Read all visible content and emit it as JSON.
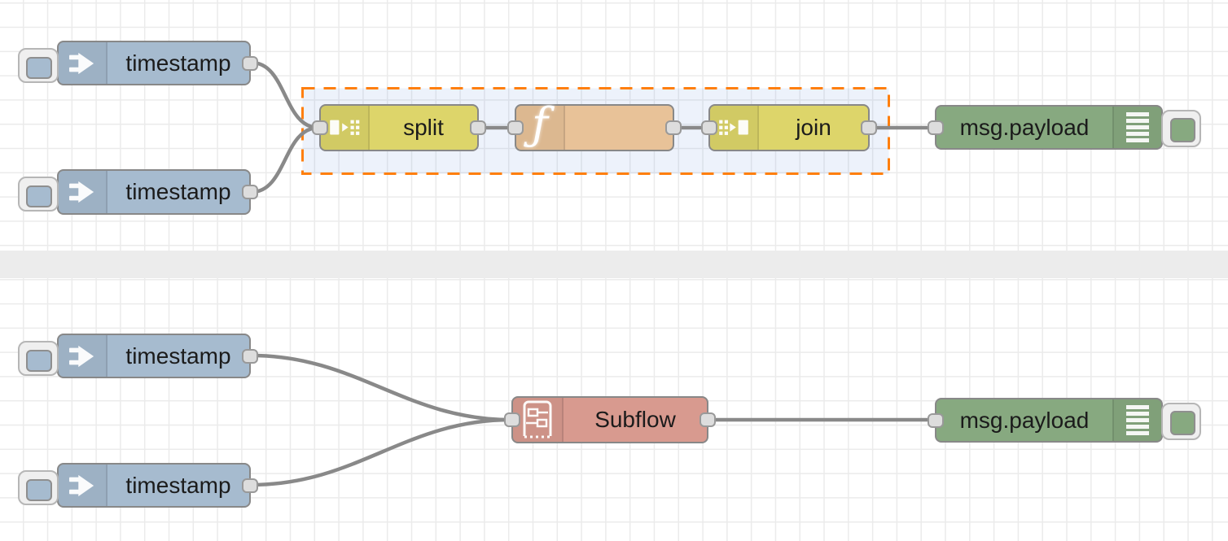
{
  "canvas": {
    "background": "#ffffff",
    "grid_line_color": "#ebebeb",
    "section_divider_color": "#ececec"
  },
  "selection": {
    "border_color": "#ff7f0e",
    "fill_color": "#e6effa",
    "border_style": "dashed"
  },
  "wires": {
    "color": "#898989"
  },
  "ports": {
    "fill": "#dddddd",
    "border": "#999999"
  },
  "nodes": {
    "inject1": {
      "label": "timestamp",
      "type": "inject",
      "icon": "inject-arrow-icon",
      "color": "#a6bbcf",
      "has_button": true
    },
    "inject2": {
      "label": "timestamp",
      "type": "inject",
      "icon": "inject-arrow-icon",
      "color": "#a6bbcf",
      "has_button": true
    },
    "split": {
      "label": "split",
      "type": "split",
      "icon": "split-icon",
      "color": "#ddd56a",
      "selected": true
    },
    "function1": {
      "label": "",
      "type": "function",
      "icon": "function-f-icon",
      "icon_glyph": "ƒ",
      "color": "#e8c298",
      "selected": true
    },
    "join": {
      "label": "join",
      "type": "join",
      "icon": "join-icon",
      "color": "#ddd56a",
      "selected": true
    },
    "debug1": {
      "label": "msg.payload",
      "type": "debug",
      "icon": "debug-output-icon",
      "color": "#87a980",
      "has_button": true
    },
    "inject3": {
      "label": "timestamp",
      "type": "inject",
      "icon": "inject-arrow-icon",
      "color": "#a6bbcf",
      "has_button": true
    },
    "inject4": {
      "label": "timestamp",
      "type": "inject",
      "icon": "inject-arrow-icon",
      "color": "#a6bbcf",
      "has_button": true
    },
    "subflow1": {
      "label": "Subflow",
      "type": "subflow",
      "icon": "subflow-icon",
      "color": "#d89a8f"
    },
    "debug2": {
      "label": "msg.payload",
      "type": "debug",
      "icon": "debug-output-icon",
      "color": "#87a980",
      "has_button": true
    }
  }
}
